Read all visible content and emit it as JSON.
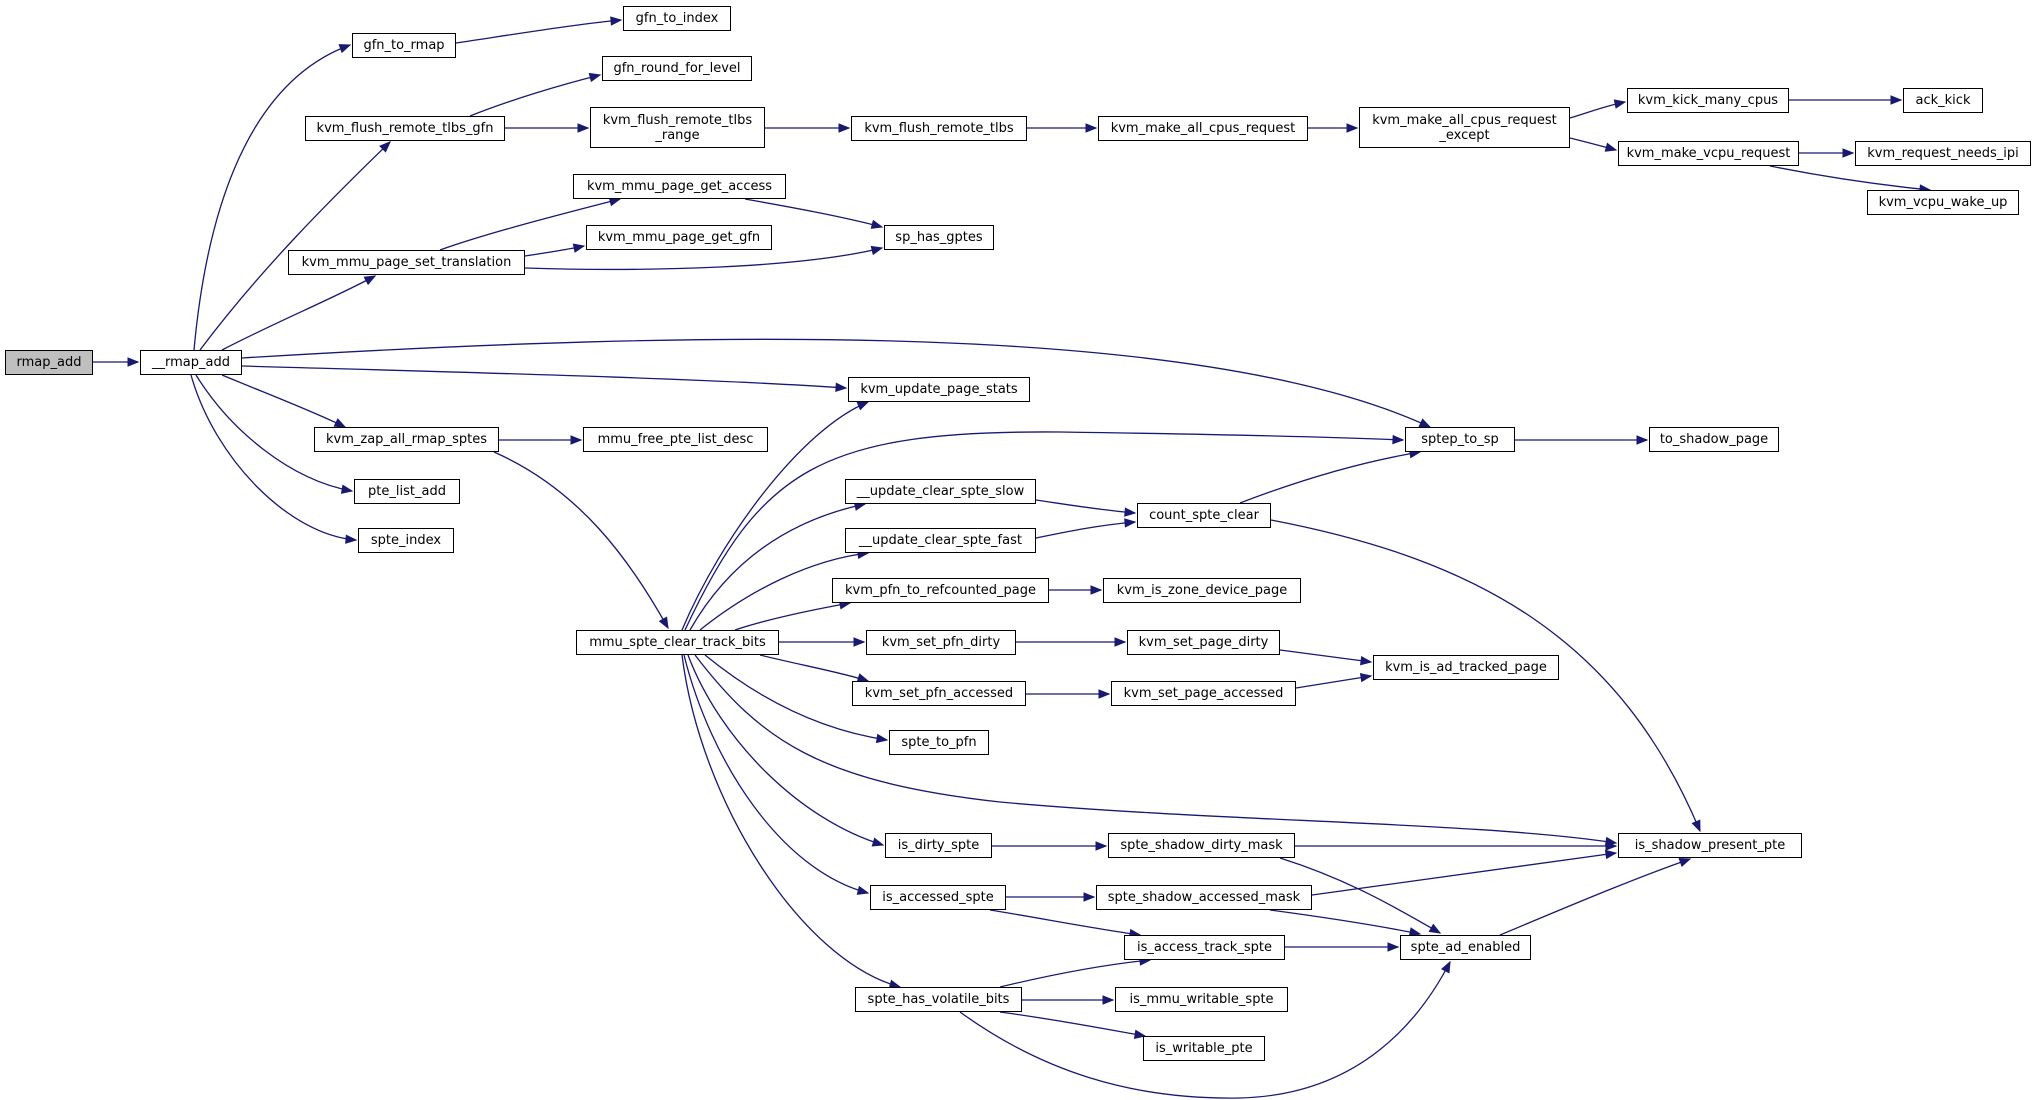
{
  "graph": {
    "edge_color": "#191970",
    "root_fill": "#bfbfbf",
    "node_fill": "#ffffff",
    "nodes": [
      {
        "id": "rmap_add",
        "label": "rmap_add",
        "root": true
      },
      {
        "id": "__rmap_add",
        "label": "__rmap_add"
      },
      {
        "id": "gfn_to_rmap",
        "label": "gfn_to_rmap"
      },
      {
        "id": "gfn_to_index",
        "label": "gfn_to_index"
      },
      {
        "id": "gfn_round_for_level",
        "label": "gfn_round_for_level"
      },
      {
        "id": "kvm_flush_remote_tlbs_gfn",
        "label": "kvm_flush_remote_tlbs_gfn"
      },
      {
        "id": "kvm_flush_remote_tlbs_range",
        "label": "kvm_flush_remote_tlbs\n_range"
      },
      {
        "id": "kvm_flush_remote_tlbs",
        "label": "kvm_flush_remote_tlbs"
      },
      {
        "id": "kvm_make_all_cpus_request",
        "label": "kvm_make_all_cpus_request"
      },
      {
        "id": "kvm_make_all_cpus_request_except",
        "label": "kvm_make_all_cpus_request\n_except"
      },
      {
        "id": "kvm_kick_many_cpus",
        "label": "kvm_kick_many_cpus"
      },
      {
        "id": "ack_kick",
        "label": "ack_kick"
      },
      {
        "id": "kvm_make_vcpu_request",
        "label": "kvm_make_vcpu_request"
      },
      {
        "id": "kvm_request_needs_ipi",
        "label": "kvm_request_needs_ipi"
      },
      {
        "id": "kvm_vcpu_wake_up",
        "label": "kvm_vcpu_wake_up"
      },
      {
        "id": "kvm_mmu_page_get_access",
        "label": "kvm_mmu_page_get_access"
      },
      {
        "id": "kvm_mmu_page_get_gfn",
        "label": "kvm_mmu_page_get_gfn"
      },
      {
        "id": "kvm_mmu_page_set_translation",
        "label": "kvm_mmu_page_set_translation"
      },
      {
        "id": "sp_has_gptes",
        "label": "sp_has_gptes"
      },
      {
        "id": "kvm_update_page_stats",
        "label": "kvm_update_page_stats"
      },
      {
        "id": "kvm_zap_all_rmap_sptes",
        "label": "kvm_zap_all_rmap_sptes"
      },
      {
        "id": "mmu_free_pte_list_desc",
        "label": "mmu_free_pte_list_desc"
      },
      {
        "id": "sptep_to_sp",
        "label": "sptep_to_sp"
      },
      {
        "id": "to_shadow_page",
        "label": "to_shadow_page"
      },
      {
        "id": "pte_list_add",
        "label": "pte_list_add"
      },
      {
        "id": "__update_clear_spte_slow",
        "label": "__update_clear_spte_slow"
      },
      {
        "id": "count_spte_clear",
        "label": "count_spte_clear"
      },
      {
        "id": "spte_index",
        "label": "spte_index"
      },
      {
        "id": "__update_clear_spte_fast",
        "label": "__update_clear_spte_fast"
      },
      {
        "id": "kvm_pfn_to_refcounted_page",
        "label": "kvm_pfn_to_refcounted_page"
      },
      {
        "id": "kvm_is_zone_device_page",
        "label": "kvm_is_zone_device_page"
      },
      {
        "id": "mmu_spte_clear_track_bits",
        "label": "mmu_spte_clear_track_bits"
      },
      {
        "id": "kvm_set_pfn_dirty",
        "label": "kvm_set_pfn_dirty"
      },
      {
        "id": "kvm_set_page_dirty",
        "label": "kvm_set_page_dirty"
      },
      {
        "id": "kvm_is_ad_tracked_page",
        "label": "kvm_is_ad_tracked_page"
      },
      {
        "id": "kvm_set_pfn_accessed",
        "label": "kvm_set_pfn_accessed"
      },
      {
        "id": "kvm_set_page_accessed",
        "label": "kvm_set_page_accessed"
      },
      {
        "id": "spte_to_pfn",
        "label": "spte_to_pfn"
      },
      {
        "id": "is_dirty_spte",
        "label": "is_dirty_spte"
      },
      {
        "id": "spte_shadow_dirty_mask",
        "label": "spte_shadow_dirty_mask"
      },
      {
        "id": "is_shadow_present_pte",
        "label": "is_shadow_present_pte"
      },
      {
        "id": "is_accessed_spte",
        "label": "is_accessed_spte"
      },
      {
        "id": "spte_shadow_accessed_mask",
        "label": "spte_shadow_accessed_mask"
      },
      {
        "id": "is_access_track_spte",
        "label": "is_access_track_spte"
      },
      {
        "id": "spte_ad_enabled",
        "label": "spte_ad_enabled"
      },
      {
        "id": "spte_has_volatile_bits",
        "label": "spte_has_volatile_bits"
      },
      {
        "id": "is_mmu_writable_spte",
        "label": "is_mmu_writable_spte"
      },
      {
        "id": "is_writable_pte",
        "label": "is_writable_pte"
      }
    ],
    "edges": [
      [
        "rmap_add",
        "__rmap_add"
      ],
      [
        "__rmap_add",
        "gfn_to_rmap"
      ],
      [
        "__rmap_add",
        "kvm_flush_remote_tlbs_gfn"
      ],
      [
        "__rmap_add",
        "kvm_mmu_page_set_translation"
      ],
      [
        "__rmap_add",
        "sptep_to_sp"
      ],
      [
        "__rmap_add",
        "kvm_update_page_stats"
      ],
      [
        "__rmap_add",
        "kvm_zap_all_rmap_sptes"
      ],
      [
        "__rmap_add",
        "pte_list_add"
      ],
      [
        "__rmap_add",
        "spte_index"
      ],
      [
        "gfn_to_rmap",
        "gfn_to_index"
      ],
      [
        "kvm_flush_remote_tlbs_gfn",
        "gfn_round_for_level"
      ],
      [
        "kvm_flush_remote_tlbs_gfn",
        "kvm_flush_remote_tlbs_range"
      ],
      [
        "kvm_flush_remote_tlbs_range",
        "kvm_flush_remote_tlbs"
      ],
      [
        "kvm_flush_remote_tlbs",
        "kvm_make_all_cpus_request"
      ],
      [
        "kvm_make_all_cpus_request",
        "kvm_make_all_cpus_request_except"
      ],
      [
        "kvm_make_all_cpus_request_except",
        "kvm_kick_many_cpus"
      ],
      [
        "kvm_make_all_cpus_request_except",
        "kvm_make_vcpu_request"
      ],
      [
        "kvm_kick_many_cpus",
        "ack_kick"
      ],
      [
        "kvm_make_vcpu_request",
        "kvm_request_needs_ipi"
      ],
      [
        "kvm_make_vcpu_request",
        "kvm_vcpu_wake_up"
      ],
      [
        "kvm_mmu_page_set_translation",
        "kvm_mmu_page_get_access"
      ],
      [
        "kvm_mmu_page_set_translation",
        "kvm_mmu_page_get_gfn"
      ],
      [
        "kvm_mmu_page_set_translation",
        "sp_has_gptes"
      ],
      [
        "kvm_mmu_page_get_access",
        "sp_has_gptes"
      ],
      [
        "kvm_zap_all_rmap_sptes",
        "mmu_free_pte_list_desc"
      ],
      [
        "kvm_zap_all_rmap_sptes",
        "mmu_spte_clear_track_bits"
      ],
      [
        "sptep_to_sp",
        "to_shadow_page"
      ],
      [
        "mmu_spte_clear_track_bits",
        "kvm_update_page_stats"
      ],
      [
        "mmu_spte_clear_track_bits",
        "sptep_to_sp"
      ],
      [
        "mmu_spte_clear_track_bits",
        "__update_clear_spte_slow"
      ],
      [
        "mmu_spte_clear_track_bits",
        "__update_clear_spte_fast"
      ],
      [
        "mmu_spte_clear_track_bits",
        "kvm_pfn_to_refcounted_page"
      ],
      [
        "mmu_spte_clear_track_bits",
        "kvm_set_pfn_dirty"
      ],
      [
        "mmu_spte_clear_track_bits",
        "kvm_set_pfn_accessed"
      ],
      [
        "mmu_spte_clear_track_bits",
        "spte_to_pfn"
      ],
      [
        "mmu_spte_clear_track_bits",
        "is_shadow_present_pte"
      ],
      [
        "mmu_spte_clear_track_bits",
        "is_dirty_spte"
      ],
      [
        "mmu_spte_clear_track_bits",
        "is_accessed_spte"
      ],
      [
        "mmu_spte_clear_track_bits",
        "spte_has_volatile_bits"
      ],
      [
        "__update_clear_spte_slow",
        "count_spte_clear"
      ],
      [
        "__update_clear_spte_fast",
        "count_spte_clear"
      ],
      [
        "count_spte_clear",
        "sptep_to_sp"
      ],
      [
        "count_spte_clear",
        "is_shadow_present_pte"
      ],
      [
        "kvm_pfn_to_refcounted_page",
        "kvm_is_zone_device_page"
      ],
      [
        "kvm_set_pfn_dirty",
        "kvm_set_page_dirty"
      ],
      [
        "kvm_set_page_dirty",
        "kvm_is_ad_tracked_page"
      ],
      [
        "kvm_set_pfn_accessed",
        "kvm_set_page_accessed"
      ],
      [
        "kvm_set_page_accessed",
        "kvm_is_ad_tracked_page"
      ],
      [
        "is_dirty_spte",
        "spte_shadow_dirty_mask"
      ],
      [
        "spte_shadow_dirty_mask",
        "is_shadow_present_pte"
      ],
      [
        "spte_shadow_dirty_mask",
        "spte_ad_enabled"
      ],
      [
        "is_accessed_spte",
        "spte_shadow_accessed_mask"
      ],
      [
        "is_accessed_spte",
        "is_access_track_spte"
      ],
      [
        "spte_shadow_accessed_mask",
        "is_shadow_present_pte"
      ],
      [
        "spte_shadow_accessed_mask",
        "spte_ad_enabled"
      ],
      [
        "is_access_track_spte",
        "spte_ad_enabled"
      ],
      [
        "spte_ad_enabled",
        "is_shadow_present_pte"
      ],
      [
        "spte_has_volatile_bits",
        "is_access_track_spte"
      ],
      [
        "spte_has_volatile_bits",
        "is_mmu_writable_spte"
      ],
      [
        "spte_has_volatile_bits",
        "is_writable_pte"
      ],
      [
        "spte_has_volatile_bits",
        "spte_ad_enabled"
      ]
    ]
  }
}
